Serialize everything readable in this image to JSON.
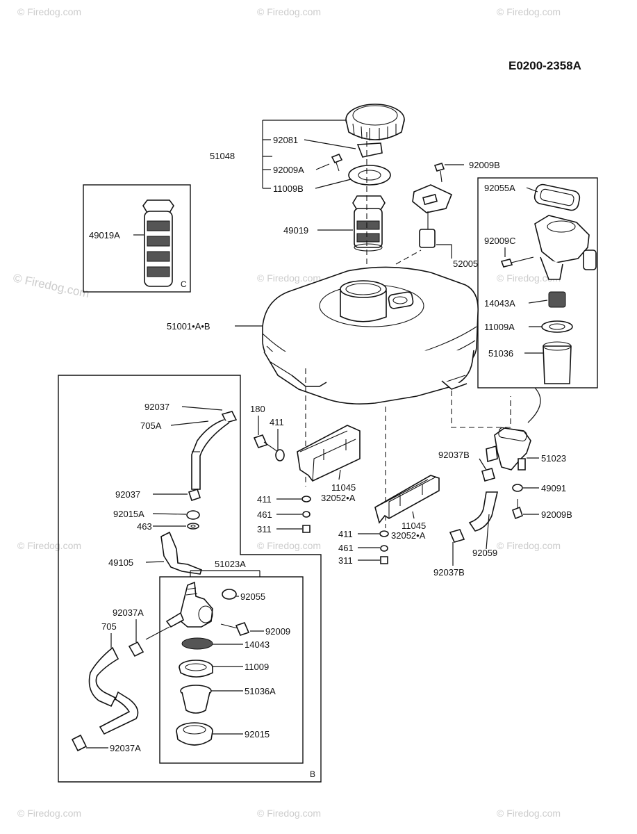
{
  "diagram_code": "E0200-2358A",
  "watermark": "© Firedog.com",
  "box_tags": {
    "c": "C",
    "b": "B"
  },
  "labels": {
    "p51048": "51048",
    "p92081": "92081",
    "p92009A": "92009A",
    "p11009B": "11009B",
    "p49019": "49019",
    "p49019A": "49019A",
    "p92009B_top": "92009B",
    "p52005": "52005",
    "p92055A": "92055A",
    "p92009C": "92009C",
    "p14043A": "14043A",
    "p11009A": "11009A",
    "p51036": "51036",
    "p51001": "51001•A•B",
    "p92037_top": "92037",
    "p705A": "705A",
    "p180": "180",
    "p411_top": "411",
    "p11045_a": "11045",
    "p32052_a": "32052•A",
    "p411_a": "411",
    "p461_a": "461",
    "p311_a": "311",
    "p92037_mid": "92037",
    "p92015A": "92015A",
    "p463": "463",
    "p11045_b": "11045",
    "p411_b": "411",
    "p32052_b": "32052•A",
    "p461_b": "461",
    "p311_b": "311",
    "p92037B_top": "92037B",
    "p51023": "51023",
    "p49091": "49091",
    "p92009B_right": "92009B",
    "p92059": "92059",
    "p92037B_bot": "92037B",
    "p49105": "49105",
    "p51023A": "51023A",
    "p92055": "92055",
    "p92037A_top": "92037A",
    "p705": "705",
    "p92009": "92009",
    "p14043": "14043",
    "p11009": "11009",
    "p51036A": "51036A",
    "p92015": "92015",
    "p92037A_bot": "92037A"
  }
}
